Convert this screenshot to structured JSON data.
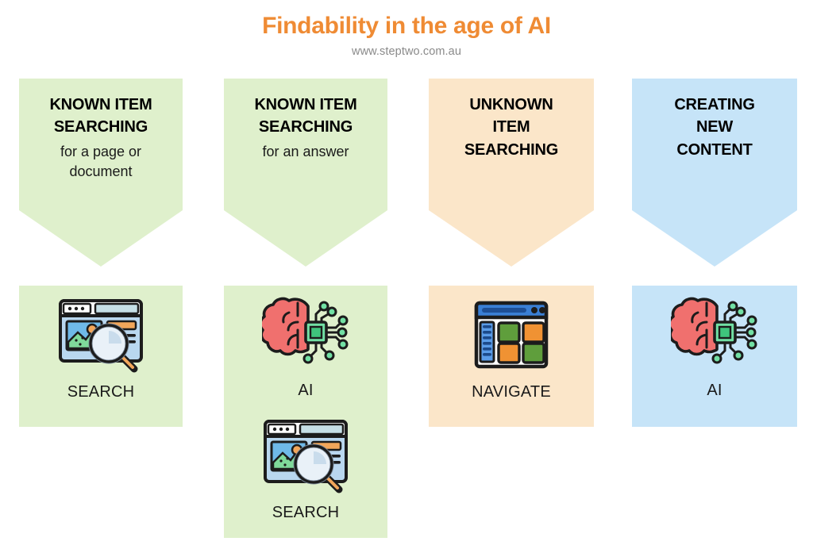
{
  "header": {
    "title": "Findability in the age of AI",
    "url": "www.steptwo.com.au",
    "title_color": "#ef8b34",
    "url_color": "#8a8a8a"
  },
  "colors": {
    "green": "#dff0cc",
    "peach": "#fbe6c9",
    "blue": "#c6e4f8",
    "background": "#ffffff",
    "text": "#000000"
  },
  "columns": [
    {
      "id": "known-item-searching-page",
      "arrow": {
        "title_line1": "KNOWN ITEM",
        "title_line2": "SEARCHING",
        "subtitle_line1": "for a page or",
        "subtitle_line2": "document",
        "color": "#dff0cc"
      },
      "panel": {
        "color": "#dff0cc",
        "icons": [
          {
            "name": "search-icon",
            "label": "SEARCH"
          }
        ]
      }
    },
    {
      "id": "known-item-searching-answer",
      "arrow": {
        "title_line1": "KNOWN ITEM",
        "title_line2": "SEARCHING",
        "subtitle_line1": "for an answer",
        "subtitle_line2": "",
        "color": "#dff0cc"
      },
      "panel": {
        "color": "#dff0cc",
        "icons": [
          {
            "name": "ai-brain-chip-icon",
            "label": "AI"
          },
          {
            "name": "search-icon",
            "label": "SEARCH"
          }
        ]
      }
    },
    {
      "id": "unknown-item-searching",
      "arrow": {
        "title_line1": "UNKNOWN",
        "title_line2": "ITEM",
        "title_line3": "SEARCHING",
        "subtitle_line1": "",
        "subtitle_line2": "",
        "color": "#fbe6c9"
      },
      "panel": {
        "color": "#fbe6c9",
        "icons": [
          {
            "name": "navigate-icon",
            "label": "NAVIGATE"
          }
        ]
      }
    },
    {
      "id": "creating-new-content",
      "arrow": {
        "title_line1": "CREATING",
        "title_line2": "NEW",
        "title_line3": "CONTENT",
        "subtitle_line1": "",
        "subtitle_line2": "",
        "color": "#c6e4f8"
      },
      "panel": {
        "color": "#c6e4f8",
        "icons": [
          {
            "name": "ai-brain-chip-icon",
            "label": "AI"
          }
        ]
      }
    }
  ]
}
